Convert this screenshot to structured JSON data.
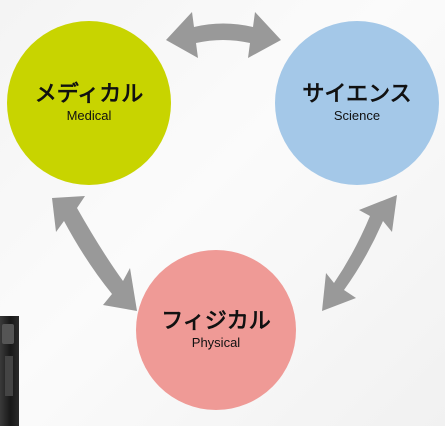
{
  "nodes": {
    "medical": {
      "label": "メディカル",
      "sublabel": "Medical",
      "color": "#c8d400"
    },
    "science": {
      "label": "サイエンス",
      "sublabel": "Science",
      "color": "#a4c8e8"
    },
    "physical": {
      "label": "フィジカル",
      "sublabel": "Physical",
      "color": "#ef9a96"
    }
  },
  "arrows": {
    "color": "#999999"
  }
}
